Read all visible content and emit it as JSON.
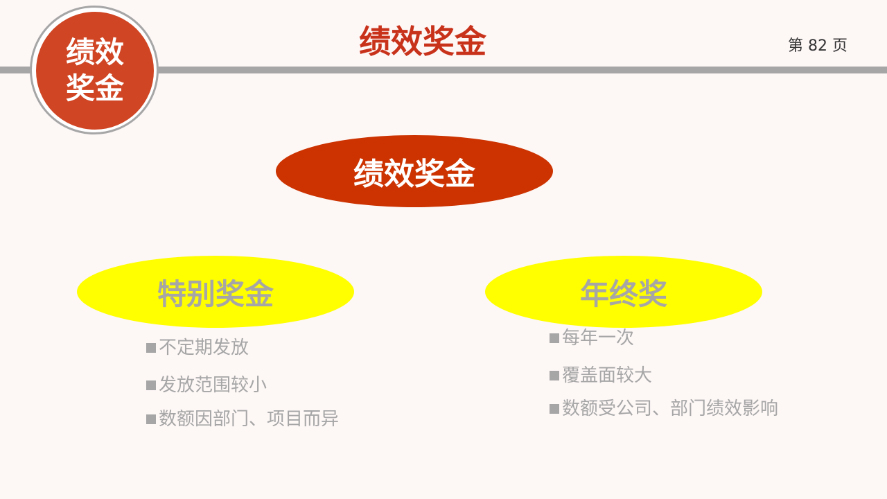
{
  "header": {
    "badge_text": "绩效奖金",
    "title": "绩效奖金",
    "page_number": "第 82 页"
  },
  "diagram": {
    "root": {
      "label": "绩效奖金",
      "color": "#cc3300"
    },
    "branches": [
      {
        "label": "特别奖金",
        "color": "#ffff00",
        "items": [
          "不定期发放",
          "发放范围较小",
          "数额因部门、项目而异"
        ]
      },
      {
        "label": "年终奖",
        "color": "#ffff00",
        "items": [
          "每年一次",
          "覆盖面较大",
          "数额受公司、部门绩效影响"
        ]
      }
    ]
  },
  "colors": {
    "accent_red": "#d04523",
    "title_red": "#c8321a",
    "gray": "#a6a6a6",
    "yellow": "#ffff00",
    "background": "#fdf7f6"
  },
  "icons": {
    "bullet": "square-bullet-icon"
  }
}
